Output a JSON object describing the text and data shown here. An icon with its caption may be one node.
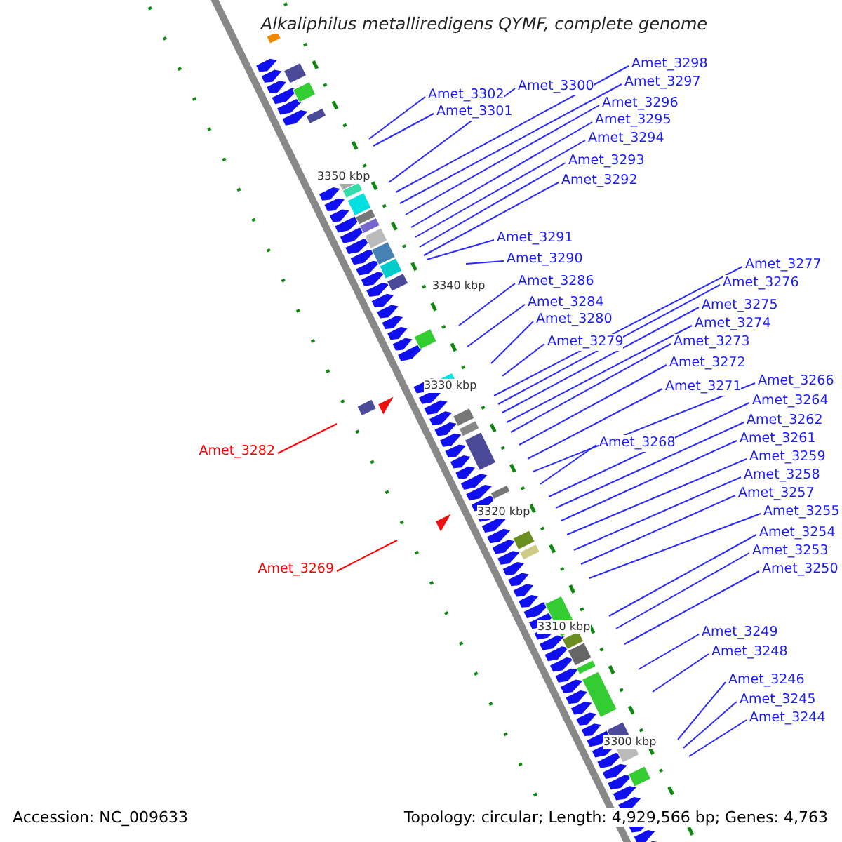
{
  "diagram": {
    "title": "Alkaliphilus metalliredigens QYMF, complete genome",
    "nodes": [
      {
        "text": [
          "Amet_3298"
        ]
      },
      {
        "text": [
          "Amet_3297"
        ]
      },
      {
        "text": [
          "Amet_3300"
        ]
      },
      {
        "text": [
          "Amet_3302"
        ]
      },
      {
        "text": [
          "Amet_3296"
        ]
      },
      {
        "text": [
          "Amet_3301"
        ]
      },
      {
        "text": [
          "Amet_3295"
        ]
      },
      {
        "text": [
          "Amet_3294"
        ]
      },
      {
        "text": [
          "Amet_3293"
        ]
      },
      {
        "text": [
          "Amet_3292"
        ]
      },
      {
        "text": [
          "Amet_3291"
        ]
      },
      {
        "text": [
          "Amet_3290"
        ]
      },
      {
        "text": [
          "Amet_3277"
        ]
      },
      {
        "text": [
          "Amet_3286"
        ]
      },
      {
        "text": [
          "Amet_3276"
        ]
      },
      {
        "text": [
          "Amet_3284"
        ]
      },
      {
        "text": [
          "Amet_3275"
        ]
      },
      {
        "text": [
          "Amet_3274"
        ]
      },
      {
        "text": [
          "Amet_3280"
        ]
      },
      {
        "text": [
          "Amet_3273"
        ]
      },
      {
        "text": [
          "Amet_3279"
        ]
      },
      {
        "text": [
          "Amet_3272"
        ]
      },
      {
        "text": [
          "Amet_3266"
        ]
      },
      {
        "text": [
          "Amet_3271"
        ]
      },
      {
        "text": [
          "Amet_3264"
        ]
      },
      {
        "text": [
          "Amet_3262"
        ]
      },
      {
        "text": [
          "Amet_3261"
        ]
      },
      {
        "text": [
          "Amet_3268"
        ]
      },
      {
        "text": [
          "Amet_3282"
        ]
      },
      {
        "text": [
          "Amet_3259"
        ]
      },
      {
        "text": [
          "Amet_3258"
        ]
      },
      {
        "text": [
          "Amet_3257"
        ]
      },
      {
        "text": [
          "Amet_3255"
        ]
      },
      {
        "text": [
          "Amet_3254"
        ]
      },
      {
        "text": [
          "Amet_3253"
        ]
      },
      {
        "text": [
          "Amet_3250"
        ]
      },
      {
        "text": [
          "Amet_3269"
        ]
      },
      {
        "text": [
          "Amet_3249"
        ]
      },
      {
        "text": [
          "Amet_3248"
        ]
      },
      {
        "text": [
          "Amet_3246"
        ]
      },
      {
        "text": [
          "Amet_3245"
        ]
      },
      {
        "text": [
          "Amet_3244"
        ]
      }
    ],
    "edges": [
      {
        "from": 0,
        "to": null,
        "arrow": "none"
      },
      {
        "from": 1,
        "to": null,
        "arrow": "none"
      },
      {
        "from": 2,
        "to": null,
        "arrow": "none"
      },
      {
        "from": 3,
        "to": null,
        "arrow": "none"
      },
      {
        "from": 4,
        "to": null,
        "arrow": "none"
      },
      {
        "from": 5,
        "to": null,
        "arrow": "none"
      },
      {
        "from": 6,
        "to": null,
        "arrow": "none"
      },
      {
        "from": 7,
        "to": null,
        "arrow": "none"
      },
      {
        "from": 8,
        "to": null,
        "arrow": "none"
      },
      {
        "from": 9,
        "to": null,
        "arrow": "none"
      },
      {
        "from": 10,
        "to": null,
        "arrow": "none"
      },
      {
        "from": 11,
        "to": null,
        "arrow": "none"
      },
      {
        "from": 12,
        "to": null,
        "arrow": "none"
      },
      {
        "from": 13,
        "to": null,
        "arrow": "none"
      },
      {
        "from": 14,
        "to": null,
        "arrow": "none"
      },
      {
        "from": 15,
        "to": null,
        "arrow": "none"
      },
      {
        "from": 16,
        "to": null,
        "arrow": "none"
      },
      {
        "from": 17,
        "to": null,
        "arrow": "none"
      },
      {
        "from": 18,
        "to": null,
        "arrow": "none"
      },
      {
        "from": 19,
        "to": null,
        "arrow": "none"
      },
      {
        "from": 20,
        "to": null,
        "arrow": "none"
      },
      {
        "from": 21,
        "to": null,
        "arrow": "none"
      },
      {
        "from": 22,
        "to": null,
        "arrow": "none"
      },
      {
        "from": 23,
        "to": null,
        "arrow": "none"
      },
      {
        "from": 24,
        "to": null,
        "arrow": "none"
      },
      {
        "from": 25,
        "to": null,
        "arrow": "none"
      },
      {
        "from": 26,
        "to": null,
        "arrow": "none"
      },
      {
        "from": 27,
        "to": null,
        "arrow": "none"
      },
      {
        "from": 28,
        "to": null,
        "arrow": "none",
        "color": "#ff0000"
      },
      {
        "from": 29,
        "to": null,
        "arrow": "none"
      },
      {
        "from": 30,
        "to": null,
        "arrow": "none"
      },
      {
        "from": 31,
        "to": null,
        "arrow": "none"
      },
      {
        "from": 32,
        "to": null,
        "arrow": "none"
      },
      {
        "from": 33,
        "to": null,
        "arrow": "none"
      },
      {
        "from": 34,
        "to": null,
        "arrow": "none"
      },
      {
        "from": 35,
        "to": null,
        "arrow": "none"
      },
      {
        "from": 36,
        "to": null,
        "arrow": "none",
        "color": "#ff0000"
      },
      {
        "from": 37,
        "to": null,
        "arrow": "none"
      },
      {
        "from": 38,
        "to": null,
        "arrow": "none"
      },
      {
        "from": 39,
        "to": null,
        "arrow": "none"
      },
      {
        "from": 40,
        "to": null,
        "arrow": "none"
      },
      {
        "from": 41,
        "to": null,
        "arrow": "none"
      }
    ],
    "labels": [
      "3350 kbp",
      "3340 kbp",
      "3330 kbp",
      "3320 kbp",
      "3310 kbp",
      "3300 kbp",
      "Accession: NC_009633",
      "Topology: circular; Length: 4,929,566 bp; Genes: 4,763"
    ]
  }
}
